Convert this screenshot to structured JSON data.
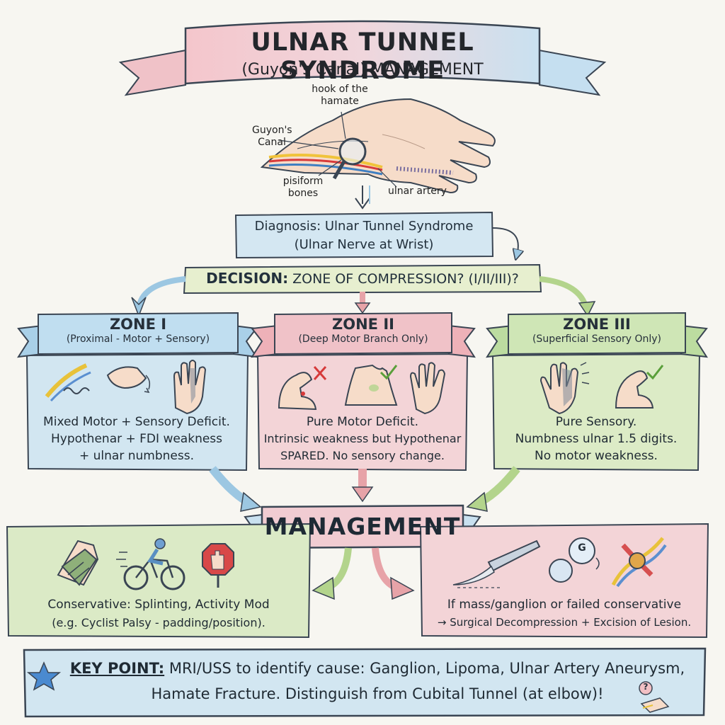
{
  "title": {
    "line1": "ULNAR TUNNEL SYNDROME",
    "line2": "(Guyon's Canal) MANAGEMENT"
  },
  "anatomy": {
    "hook_of_hamate": "hook of the hamate",
    "guyons_canal": "Guyon's Canal",
    "pisiform_bones": "pisiform bones",
    "ulnar_artery": "ulnar artery"
  },
  "diagnosis": {
    "line1": "Diagnosis: Ulnar Tunnel Syndrome",
    "line2": "(Ulnar Nerve at Wrist)"
  },
  "decision": {
    "label": "DECISION:",
    "question": "ZONE OF COMPRESSION? (I/II/III)?"
  },
  "zones": [
    {
      "title": "ZONE I",
      "subtitle": "(Proximal - Motor + Sensory)",
      "desc1": "Mixed Motor + Sensory Deficit.",
      "desc2": "Hypothenar + FDI weakness",
      "desc3": "+ ulnar numbness."
    },
    {
      "title": "ZONE II",
      "subtitle": "(Deep Motor Branch Only)",
      "desc1": "Pure Motor Deficit.",
      "desc2": "Intrinsic weakness but Hypothenar",
      "desc3": "SPARED. No sensory change."
    },
    {
      "title": "ZONE III",
      "subtitle": "(Superficial Sensory Only)",
      "desc1": "Pure Sensory.",
      "desc2": "Numbness ulnar 1.5 digits.",
      "desc3": "No motor weakness."
    }
  ],
  "management": {
    "title": "MANAGEMENT",
    "conservative1": "Conservative: Splinting, Activity Mod",
    "conservative2": "(e.g. Cyclist Palsy - padding/position).",
    "surgical1": "If mass/ganglion or failed conservative",
    "surgical2": "→ Surgical Decompression + Excision of Lesion.",
    "ganglion_letter": "G"
  },
  "key_point": {
    "label": "KEY POINT:",
    "text1": "MRI/USS to identify cause: Ganglion, Lipoma, Ulnar Artery Aneurysm,",
    "text2": "Hamate Fracture. Distinguish from Cubital Tunnel (at elbow)!",
    "badge": "?"
  },
  "colors": {
    "blue": "#cfe4ef",
    "pink": "#f3d3d6",
    "green": "#dbeac6",
    "blue_arrow": "#9cc7e2",
    "pink_arrow": "#e7a3a8",
    "green_arrow": "#b3d48c",
    "outline": "#3a4553"
  },
  "icons": [
    "hand-wrist-icon",
    "magnifier-icon",
    "nerve-icon",
    "pinch-hand-icon",
    "hand-shaded-icon",
    "flexed-arm-icon",
    "cross-mark-icon",
    "check-mark-icon",
    "palm-icon",
    "open-hand-icon",
    "wrist-splint-icon",
    "cyclist-icon",
    "stop-hand-sign-icon",
    "scalpel-icon",
    "ganglion-cyst-icon",
    "artery-aneurysm-icon",
    "star-icon",
    "elbow-icon"
  ]
}
